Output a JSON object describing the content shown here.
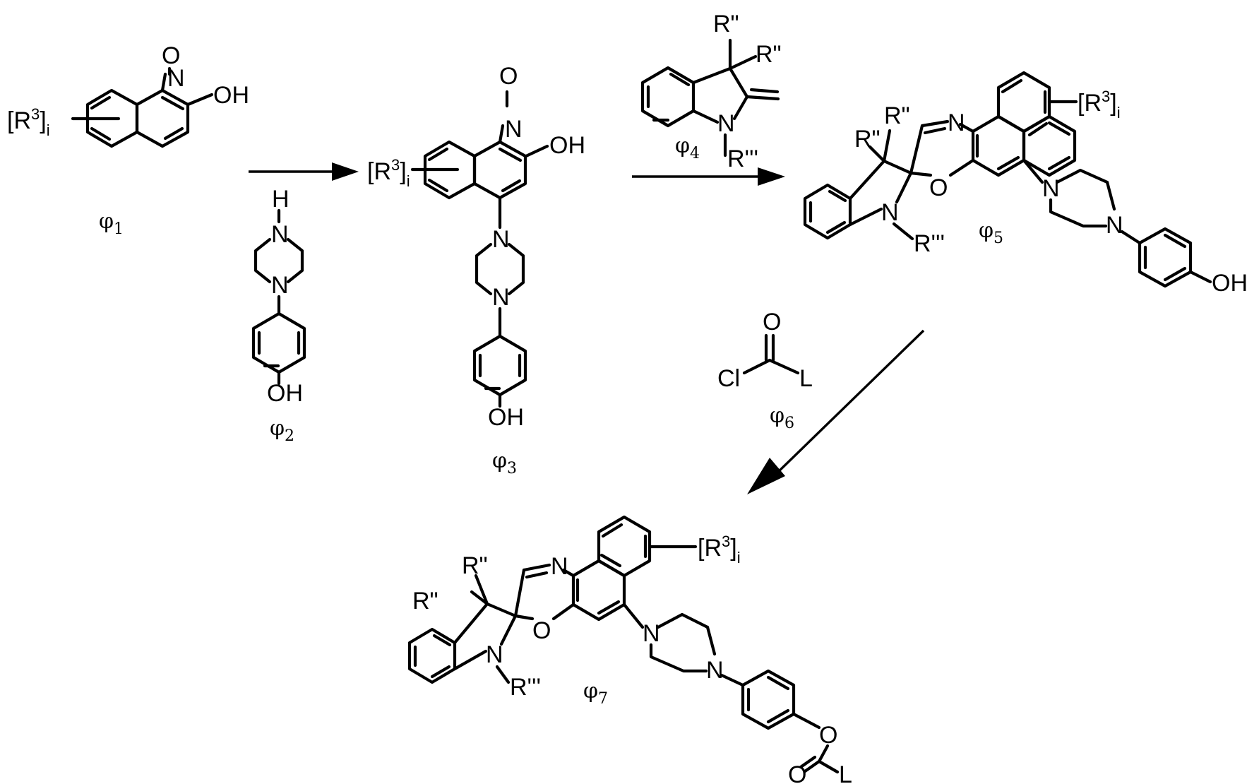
{
  "compounds": {
    "phi1": "φ1",
    "phi2": "φ2",
    "phi3": "φ3",
    "phi4": "φ4",
    "phi5": "φ5",
    "phi6": "φ6",
    "phi7": "φ7"
  },
  "atoms": {
    "O": "O",
    "N": "N",
    "H": "H",
    "OH": "OH",
    "Cl": "Cl",
    "L": "L",
    "R2": "R\"",
    "R3p": "R'''",
    "R3": "[R3]i"
  }
}
